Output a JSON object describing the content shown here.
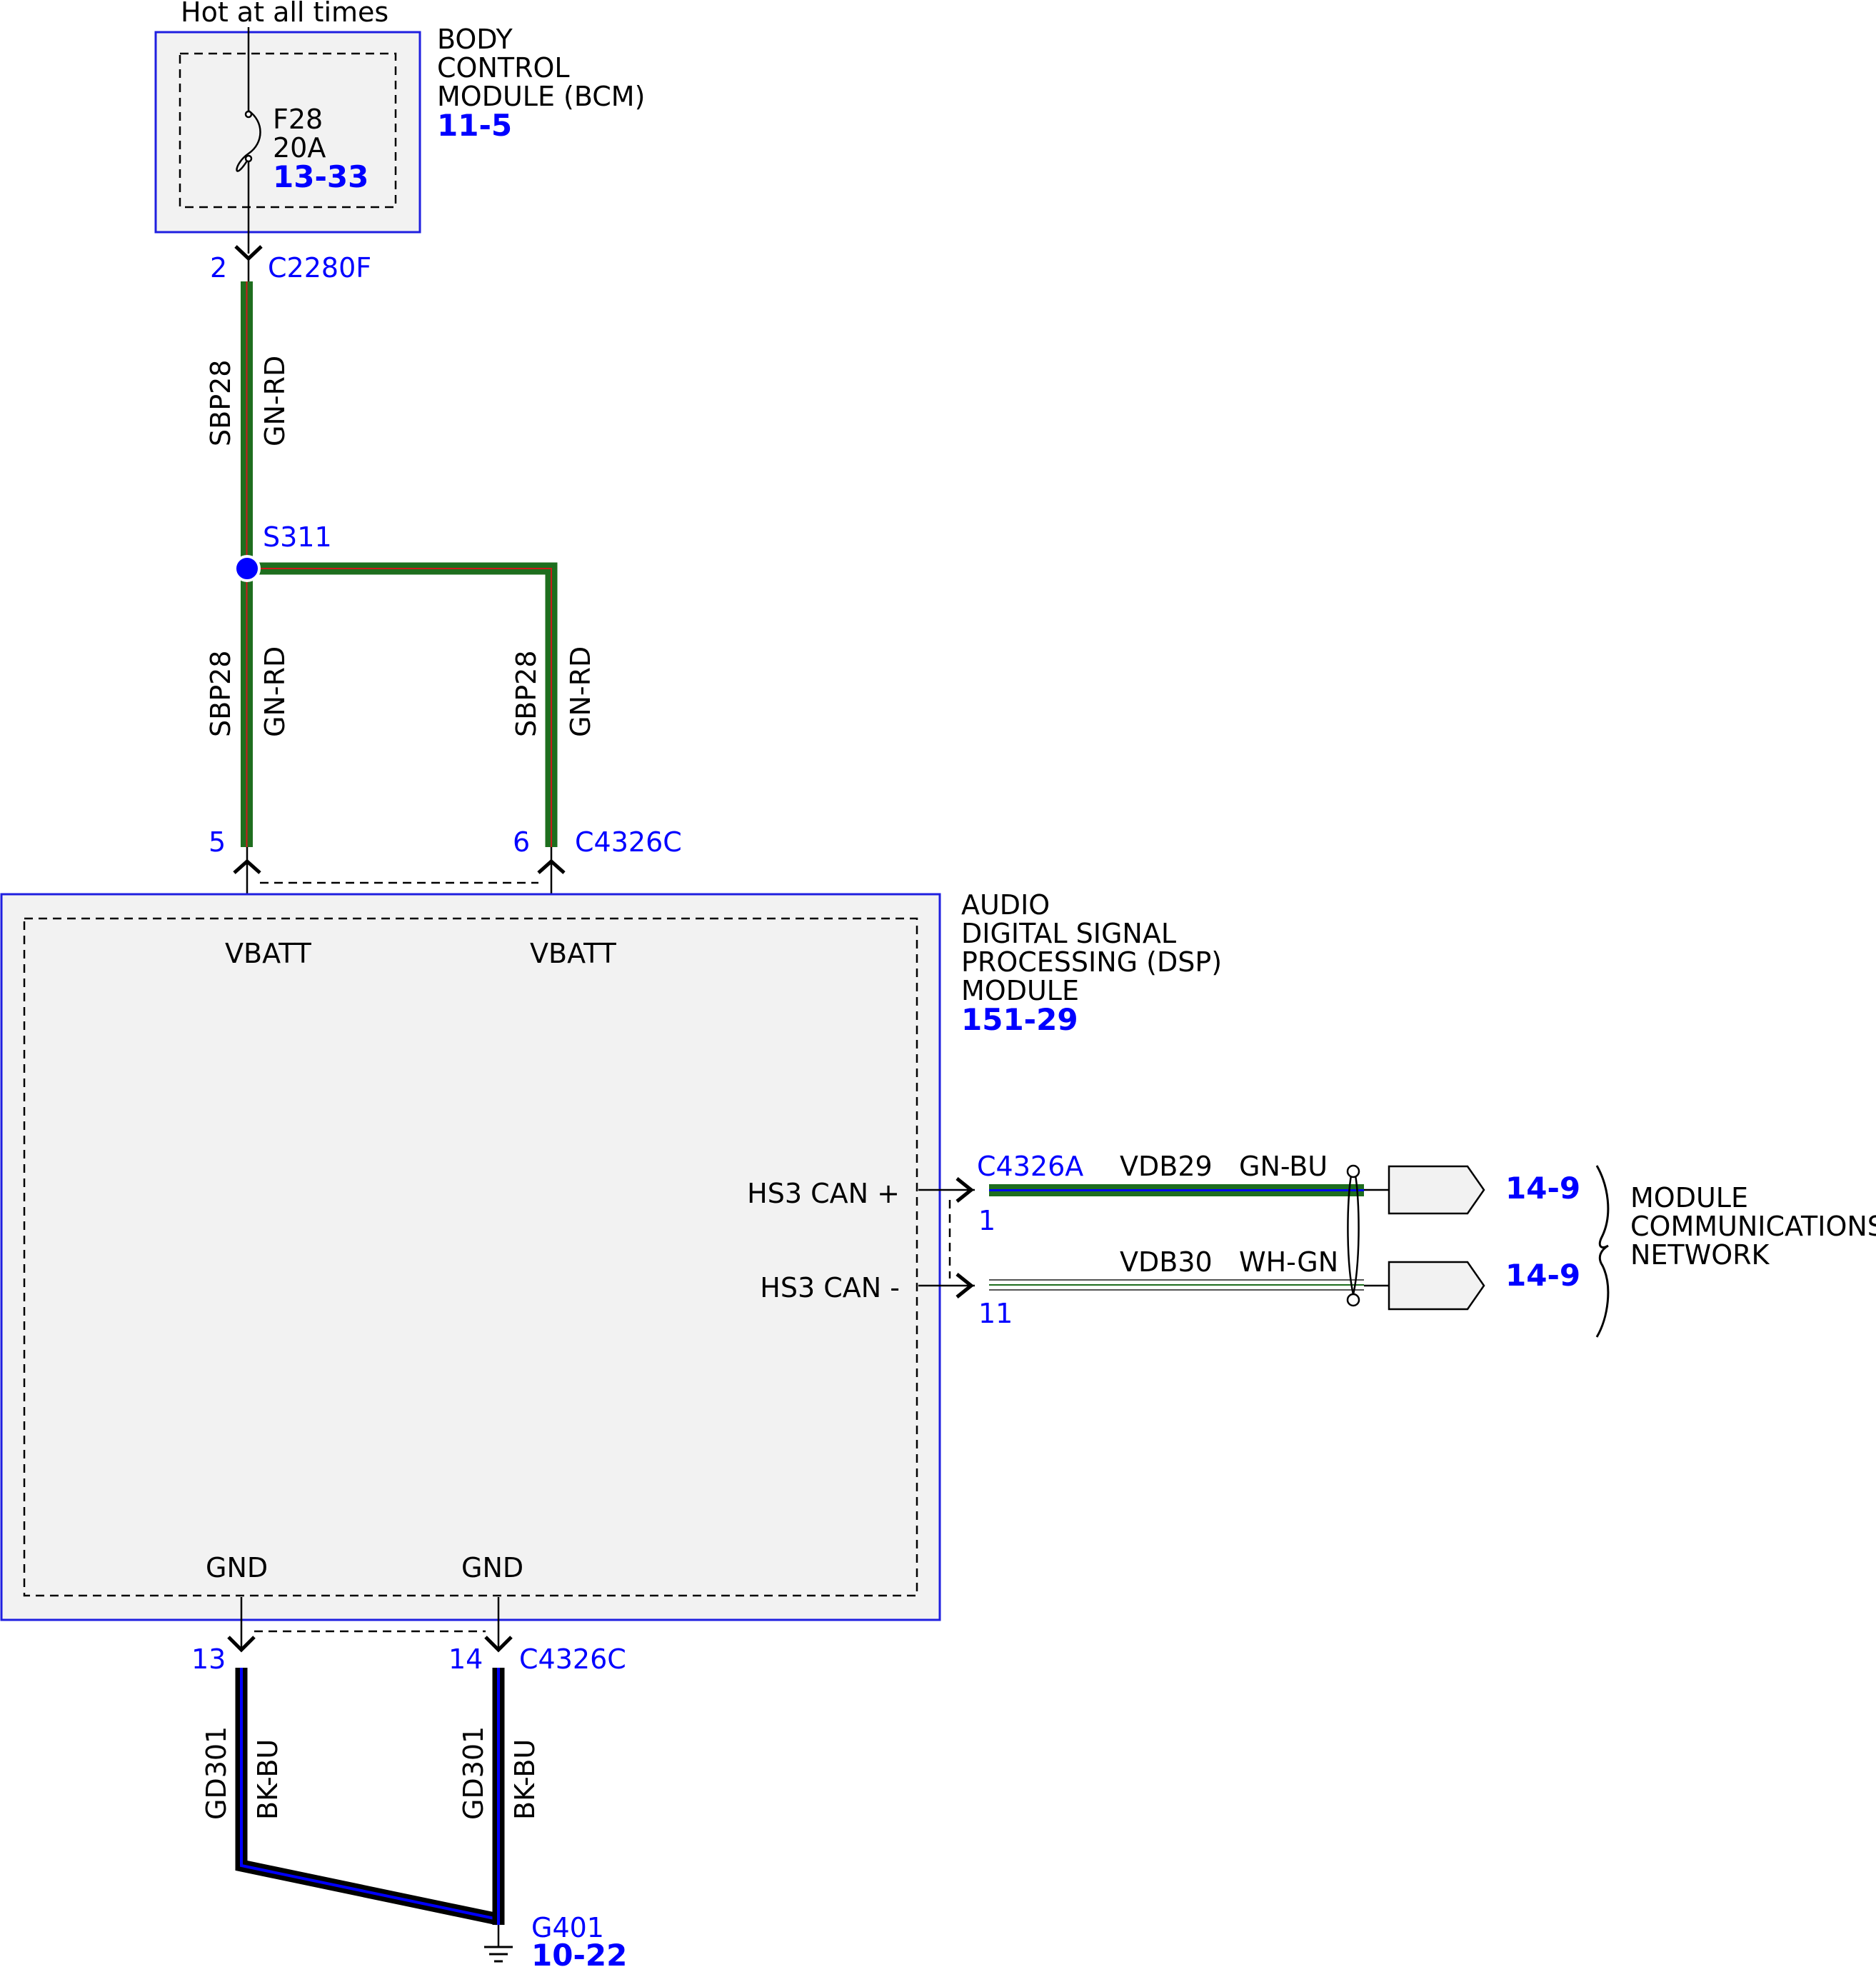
{
  "top": {
    "power_note": "Hot at all times"
  },
  "bcm": {
    "name_line1": "BODY",
    "name_line2": "CONTROL",
    "name_line3": "MODULE (BCM)",
    "ref": "11-5",
    "fuse": {
      "id": "F28",
      "rating": "20A",
      "ref": "13-33"
    },
    "connector": {
      "pin": "2",
      "name": "C2280F"
    }
  },
  "wires": {
    "power": {
      "circuit": "SBP28",
      "color": "GN-RD"
    },
    "ground": {
      "circuit": "GD301",
      "color": "BK-BU"
    }
  },
  "splice": {
    "name": "S311"
  },
  "dsp": {
    "name_line1": "AUDIO",
    "name_line2": "DIGITAL SIGNAL",
    "name_line3": "PROCESSING (DSP)",
    "name_line4": "MODULE",
    "ref": "151-29",
    "power_connector": {
      "pin_a": "5",
      "pin_b": "6",
      "name": "C4326C"
    },
    "pin_labels": {
      "vbatt_a": "VBATT",
      "vbatt_b": "VBATT",
      "gnd_a": "GND",
      "gnd_b": "GND"
    },
    "can_connector": {
      "name": "C4326A",
      "pin_plus": "1",
      "pin_minus": "11"
    },
    "can_plus_label": "HS3 CAN +",
    "can_minus_label": "HS3 CAN -",
    "ground_connector": {
      "pin_a": "13",
      "pin_b": "14",
      "name": "C4326C"
    }
  },
  "can": {
    "plus": {
      "circuit": "VDB29",
      "color": "GN-BU",
      "ref": "14-9"
    },
    "minus": {
      "circuit": "VDB30",
      "color": "WH-GN",
      "ref": "14-9"
    },
    "network_line1": "MODULE",
    "network_line2": "COMMUNICATIONS",
    "network_line3": "NETWORK"
  },
  "ground": {
    "name": "G401",
    "ref": "10-22"
  },
  "colors": {
    "module_border": "#1f1fe0",
    "module_fill": "#f2f2f2",
    "green": "#1e6e1e",
    "red": "#cc1a1a",
    "blue": "#0000ff",
    "navy": "#1a1aa6",
    "black": "#000000"
  }
}
